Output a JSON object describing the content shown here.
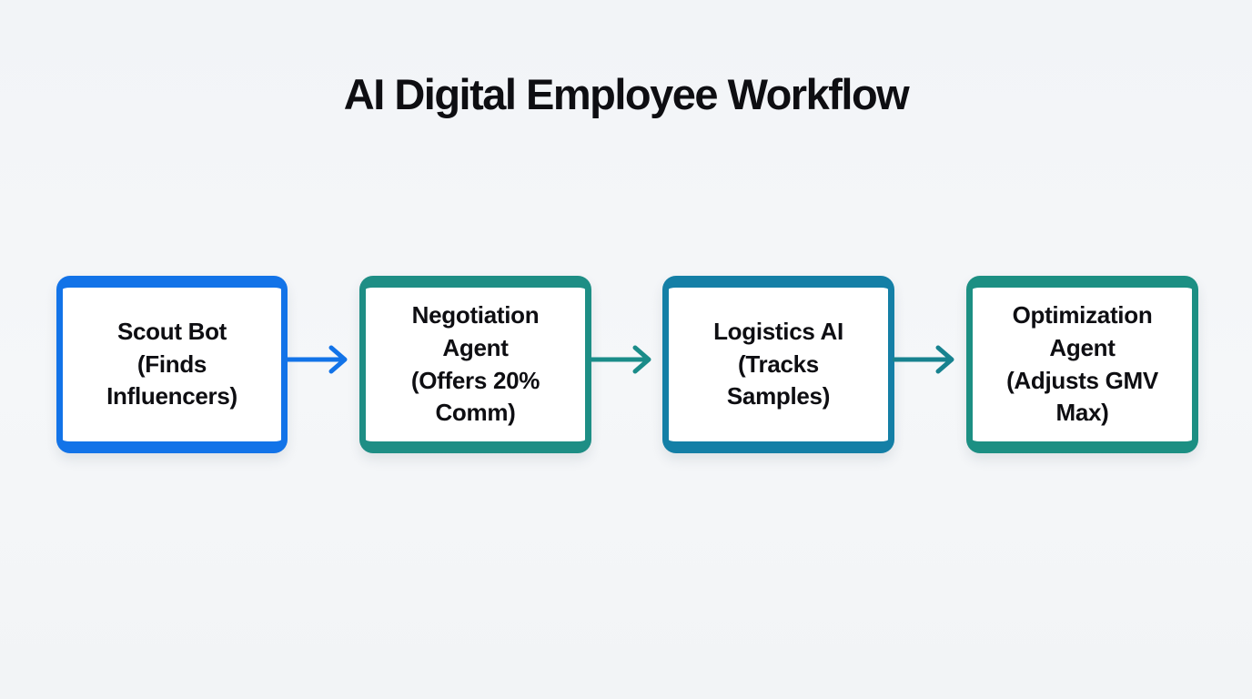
{
  "title": "AI Digital Employee Workflow",
  "colors": {
    "background": "#f4f6f8",
    "box_fill": "#ffffff",
    "text": "#0e0e12",
    "node1_border": "#1273e8",
    "node2_border": "#1e8e85",
    "node3_border": "#147fa6",
    "node4_border": "#1c8f83",
    "arrow1": "#1273e8",
    "arrow2": "#1a8c89",
    "arrow3": "#17828f"
  },
  "diagram": {
    "type": "flowchart",
    "direction": "left-to-right",
    "nodes": [
      {
        "id": "scout-bot",
        "label": "Scout Bot\n(Finds\nInfluencers)"
      },
      {
        "id": "negotiation-agent",
        "label": "Negotiation\nAgent\n(Offers 20%\nComm)"
      },
      {
        "id": "logistics-ai",
        "label": "Logistics AI\n(Tracks\nSamples)"
      },
      {
        "id": "optimization-agent",
        "label": "Optimization\nAgent\n(Adjusts GMV\nMax)"
      }
    ],
    "edges": [
      {
        "from": "scout-bot",
        "to": "negotiation-agent"
      },
      {
        "from": "negotiation-agent",
        "to": "logistics-ai"
      },
      {
        "from": "logistics-ai",
        "to": "optimization-agent"
      }
    ]
  }
}
